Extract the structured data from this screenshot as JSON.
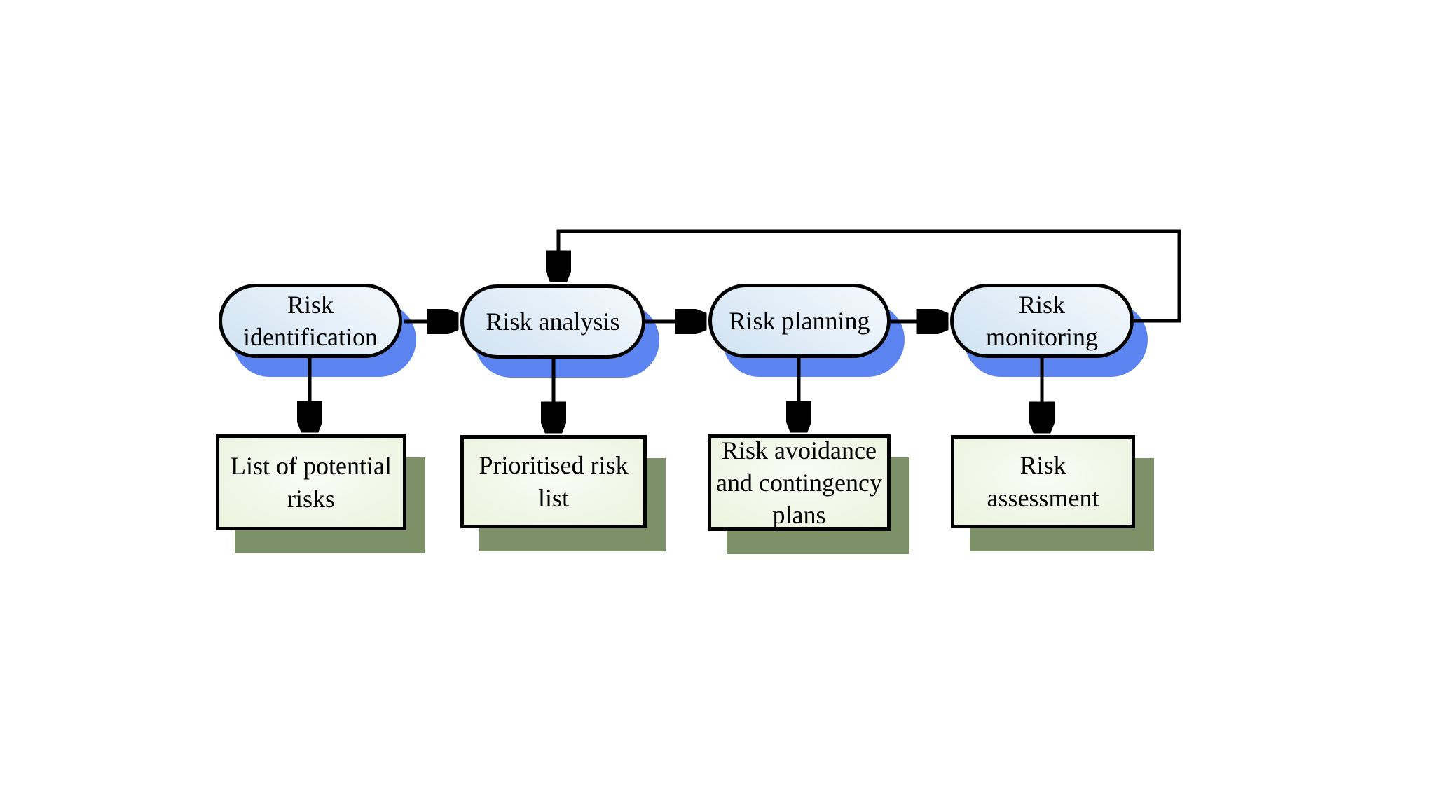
{
  "diagram": {
    "kind": "flowchart",
    "stages": [
      {
        "label": "Risk\nidentification",
        "output": "List of potential\nrisks"
      },
      {
        "label": "Risk analysis",
        "output": "Prioritised risk\nlist"
      },
      {
        "label": "Risk planning",
        "output": "Risk avoidance\nand contingency\nplans"
      },
      {
        "label": "Risk\nmonitoring",
        "output": "Risk\nassessment"
      }
    ],
    "connections": [
      {
        "from": "Risk identification",
        "to": "Risk analysis"
      },
      {
        "from": "Risk analysis",
        "to": "Risk planning"
      },
      {
        "from": "Risk planning",
        "to": "Risk monitoring"
      },
      {
        "from": "Risk monitoring",
        "to": "Risk analysis",
        "type": "feedback-loop"
      },
      {
        "from": "Risk identification",
        "to": "List of potential risks"
      },
      {
        "from": "Risk analysis",
        "to": "Prioritised risk list"
      },
      {
        "from": "Risk planning",
        "to": "Risk avoidance and contingency plans"
      },
      {
        "from": "Risk monitoring",
        "to": "Risk assessment"
      }
    ]
  },
  "colors": {
    "background": "#ffffff",
    "outline": "#000000",
    "arrow": "#000000",
    "pill_fill_light": "#f4f9fd",
    "pill_fill_dark": "#d0e2f2",
    "pill_shadow": "#5b84f0",
    "box_fill_light": "#f9fcf5",
    "box_fill_dark": "#dcead0",
    "box_shadow": "#7d9169"
  }
}
